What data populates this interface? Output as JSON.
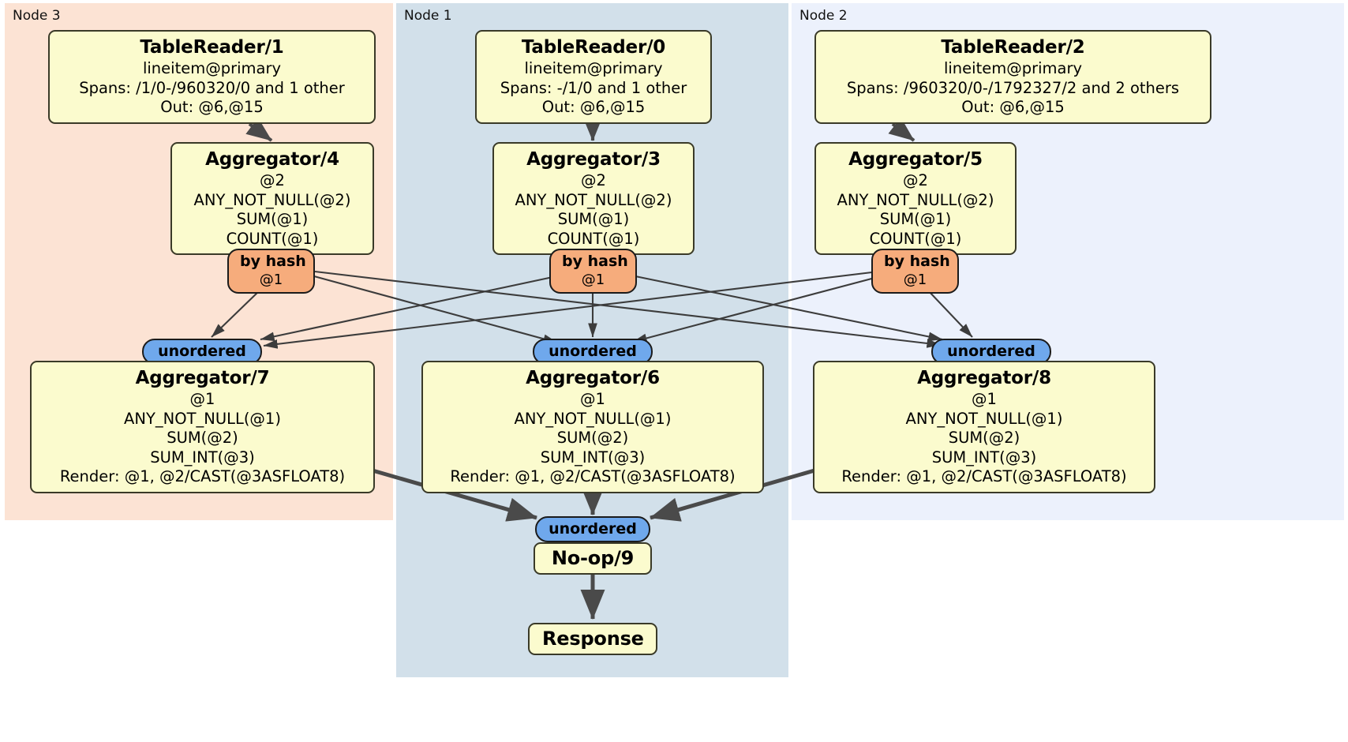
{
  "nodes": [
    {
      "id": "node3",
      "label": "Node 3",
      "color": "#FCE3D4"
    },
    {
      "id": "node1",
      "label": "Node 1",
      "color": "#D2E0EA"
    },
    {
      "id": "node2",
      "label": "Node 2",
      "color": "#ECF1FC"
    }
  ],
  "processors": {
    "tablereader1": {
      "title": "TableReader/1",
      "lines": [
        "lineitem@primary",
        "Spans: /1/0-/960320/0 and 1 other",
        "Out: @6,@15"
      ]
    },
    "tablereader0": {
      "title": "TableReader/0",
      "lines": [
        "lineitem@primary",
        "Spans: -/1/0 and 1 other",
        "Out: @6,@15"
      ]
    },
    "tablereader2": {
      "title": "TableReader/2",
      "lines": [
        "lineitem@primary",
        "Spans: /960320/0-/1792327/2 and 2 others",
        "Out: @6,@15"
      ]
    },
    "aggregator4": {
      "title": "Aggregator/4",
      "lines": [
        "@2",
        "ANY_NOT_NULL(@2)",
        "SUM(@1)",
        "COUNT(@1)"
      ]
    },
    "aggregator3": {
      "title": "Aggregator/3",
      "lines": [
        "@2",
        "ANY_NOT_NULL(@2)",
        "SUM(@1)",
        "COUNT(@1)"
      ]
    },
    "aggregator5": {
      "title": "Aggregator/5",
      "lines": [
        "@2",
        "ANY_NOT_NULL(@2)",
        "SUM(@1)",
        "COUNT(@1)"
      ]
    },
    "aggregator7": {
      "title": "Aggregator/7",
      "lines": [
        "@1",
        "ANY_NOT_NULL(@1)",
        "SUM(@2)",
        "SUM_INT(@3)",
        "Render: @1, @2/CAST(@3ASFLOAT8)"
      ]
    },
    "aggregator6": {
      "title": "Aggregator/6",
      "lines": [
        "@1",
        "ANY_NOT_NULL(@1)",
        "SUM(@2)",
        "SUM_INT(@3)",
        "Render: @1, @2/CAST(@3ASFLOAT8)"
      ]
    },
    "aggregator8": {
      "title": "Aggregator/8",
      "lines": [
        "@1",
        "ANY_NOT_NULL(@1)",
        "SUM(@2)",
        "SUM_INT(@3)",
        "Render: @1, @2/CAST(@3ASFLOAT8)"
      ]
    },
    "noop9": {
      "title": "No-op/9",
      "lines": []
    },
    "response": {
      "title": "Response",
      "lines": []
    }
  },
  "routers": {
    "hash_left": {
      "title": "by hash",
      "sub": "@1"
    },
    "hash_center": {
      "title": "by hash",
      "sub": "@1"
    },
    "hash_right": {
      "title": "by hash",
      "sub": "@1"
    }
  },
  "streams": {
    "unordered_left": {
      "label": "unordered"
    },
    "unordered_center": {
      "label": "unordered"
    },
    "unordered_right": {
      "label": "unordered"
    },
    "unordered_final": {
      "label": "unordered"
    }
  },
  "colors": {
    "processor_fill": "#FBFBCE",
    "processor_border": "#3A3A28",
    "router_fill": "#F6AC7C",
    "stream_fill": "#6FA8EC",
    "edge_thin": "#3C3C3C",
    "edge_thick": "#4A4A4A",
    "node3_bg": "#FCE3D4",
    "node1_bg": "#D2E0EA",
    "node2_bg": "#ECF1FC"
  }
}
